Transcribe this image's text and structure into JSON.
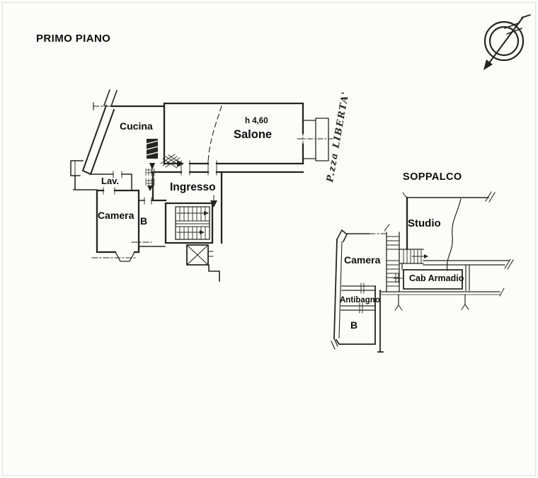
{
  "page": {
    "background": "#fcfcfa",
    "ink": "#242424",
    "label_color": "#0d0d0d"
  },
  "plans": {
    "first_floor": {
      "title": "PRIMO PIANO",
      "rooms": {
        "cucina": "Cucina",
        "salone": "Salone",
        "salone_height_note": "h 4,60",
        "lavanderia": "Lav.",
        "ingresso": "Ingresso",
        "camera": "Camera",
        "bagno": "B"
      }
    },
    "mezzanine": {
      "title": "SOPPALCO",
      "rooms": {
        "studio": "Studio",
        "camera": "Camera",
        "cabina_armadio": "Cab Armadio",
        "antibagno": "Antibagno",
        "bagno": "B"
      }
    }
  },
  "annotations": {
    "street_name": "P.zza  LIBERTA'"
  },
  "icons": {
    "compass": "north-arrow-compass"
  }
}
